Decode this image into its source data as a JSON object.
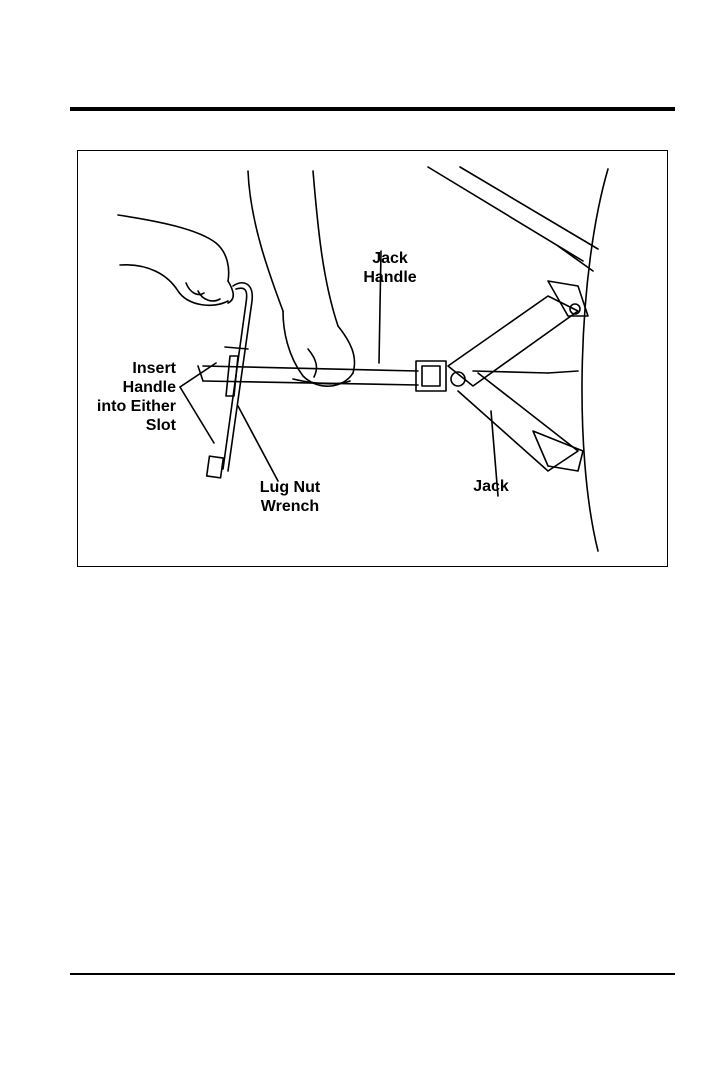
{
  "figure": {
    "labels": {
      "jack_handle": "Jack\nHandle",
      "insert_handle": "Insert\nHandle\ninto Either\nSlot",
      "lug_nut_wrench": "Lug Nut\nWrench",
      "jack": "Jack"
    }
  },
  "colors": {
    "ink": "#000000",
    "paper": "#ffffff"
  }
}
